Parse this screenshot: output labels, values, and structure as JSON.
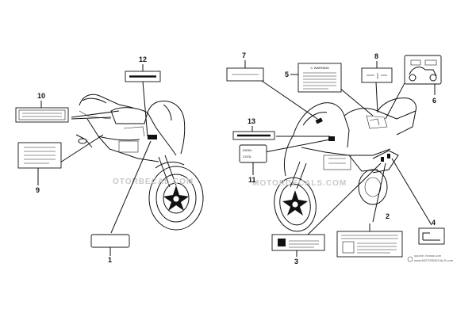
{
  "callouts": {
    "c1": "1",
    "c2": "2",
    "c3": "3",
    "c4": "4",
    "c5": "5",
    "c6": "6",
    "c7": "7",
    "c8": "8",
    "c9": "9",
    "c10": "10",
    "c11": "11",
    "c12": "12",
    "c13": "13"
  },
  "labels": {
    "warning_title": "⚠ WARNING",
    "tag_line1": "DIGIN",
    "tag_line2": "COOL"
  },
  "watermark": {
    "left": "OTORBECAL.COM",
    "right": "MOTORDECALS.COM"
  },
  "credit": {
    "line1": "source: honda.com",
    "line2": "www.MOTORDECALS.com"
  }
}
